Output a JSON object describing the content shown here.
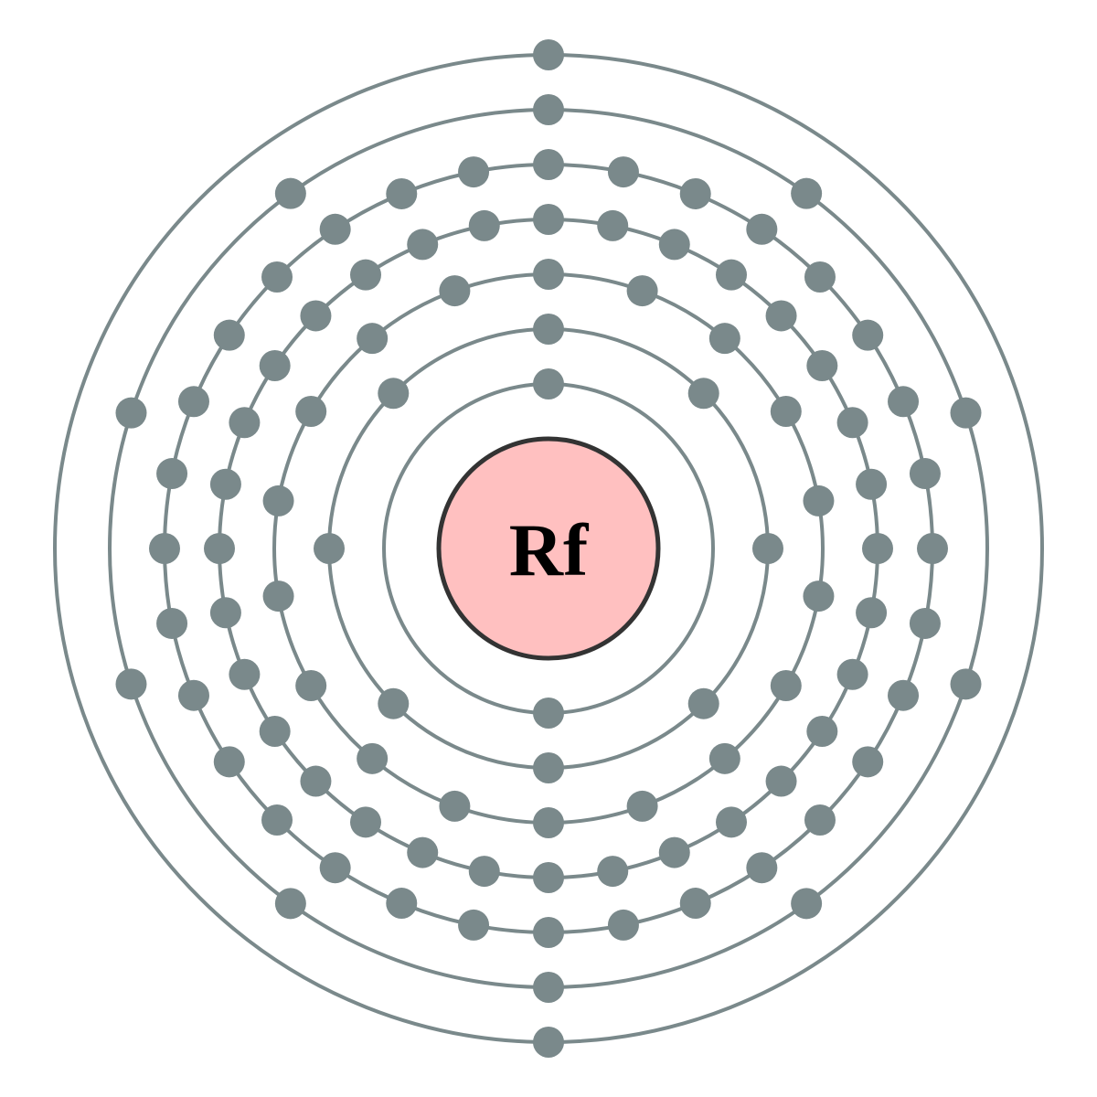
{
  "element": {
    "symbol": "Rf"
  },
  "shells": [
    2,
    8,
    18,
    32,
    32,
    10,
    2
  ],
  "colors": {
    "shell": "#7a898b",
    "electron": "#7a898b",
    "nucleus_fill": "#ffc0c0",
    "nucleus_stroke": "#333333",
    "symbol_text": "#000000"
  }
}
